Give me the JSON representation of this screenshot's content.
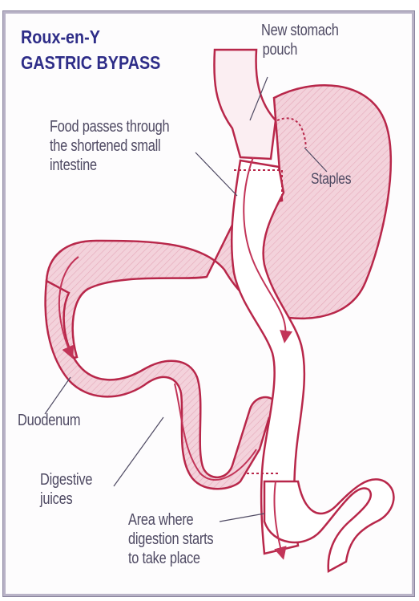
{
  "title": {
    "line1": "Roux-en-Y",
    "line2": "GASTRIC BYPASS"
  },
  "labels": {
    "new_stomach_pouch": [
      "New stomach",
      "pouch"
    ],
    "food_passes": [
      "Food passes through",
      "the shortened small",
      "intestine"
    ],
    "staples": "Staples",
    "duodenum": "Duodenum",
    "digestive_juices": [
      "Digestive",
      "juices"
    ],
    "digestion_area": [
      "Area where",
      "digestion starts",
      "to take place"
    ]
  },
  "colors": {
    "outline": "#b8274a",
    "tissue_fill": "#f1c9d4",
    "hatch": "#e7a8ba",
    "label_text": "#4f4a63",
    "title_text": "#2e2d88",
    "frame": "#b9b3c7"
  }
}
